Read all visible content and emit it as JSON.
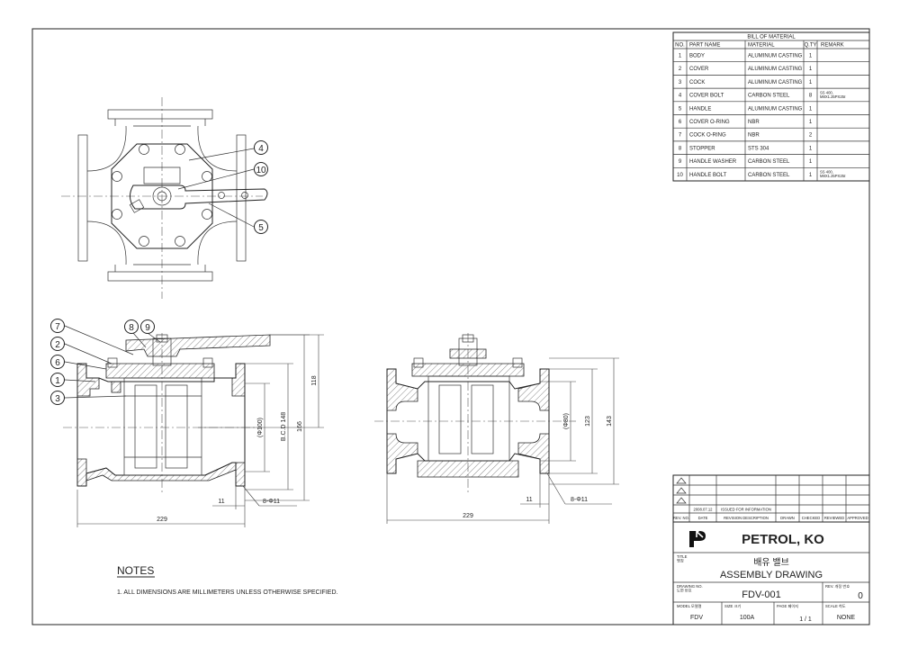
{
  "bom": {
    "title": "BILL OF MATERIAL",
    "headers": [
      "NO.",
      "PART NAME",
      "MATERIAL",
      "Q.TY",
      "REMARK"
    ],
    "rows": [
      [
        "1",
        "BODY",
        "ALUMINUM CASTING",
        "1",
        ""
      ],
      [
        "2",
        "COVER",
        "ALUMINUM CASTING",
        "1",
        ""
      ],
      [
        "3",
        "COCK",
        "ALUMINUM CASTING",
        "1",
        ""
      ],
      [
        "4",
        "COVER BOLT",
        "CARBON STEEL",
        "8",
        "SS 400, M8X1.25PX25ℓ"
      ],
      [
        "5",
        "HANDLE",
        "ALUMINUM CASTING",
        "1",
        ""
      ],
      [
        "6",
        "COVER O-RING",
        "NBR",
        "1",
        ""
      ],
      [
        "7",
        "COCK O-RING",
        "NBR",
        "2",
        ""
      ],
      [
        "8",
        "STOPPER",
        "STS 304",
        "1",
        ""
      ],
      [
        "9",
        "HANDLE WASHER",
        "CARBON STEEL",
        "1",
        ""
      ],
      [
        "10",
        "HANDLE BOLT",
        "CARBON STEEL",
        "1",
        "SS 400, M8X1.25PX25ℓ"
      ]
    ]
  },
  "callouts": {
    "top": [
      "4",
      "10",
      "5"
    ],
    "side": [
      "7",
      "8",
      "9",
      "2",
      "6",
      "1",
      "3"
    ]
  },
  "dims": {
    "left": {
      "d100": "(Φ100)",
      "bcd": "B.C.D 148",
      "h166": "166",
      "h118": "118",
      "w11": "11",
      "holes": "8-Φ11",
      "w229": "229"
    },
    "right": {
      "d80": "(Φ80)",
      "h123": "123",
      "h143": "143",
      "w11": "11",
      "holes": "8-Φ11",
      "w229": "229"
    }
  },
  "notes": {
    "title": "NOTES",
    "line1": "1. ALL DIMENSIONS ARE MILLIMETERS UNLESS OTHERWISE SPECIFIED."
  },
  "revision": {
    "row3_date": "2008.07.12",
    "row3_desc": "ISSUED FOR INFORMATION",
    "headers": [
      "REV. NO.",
      "DATE",
      "REVISION DESCRIPTION",
      "DRAWN",
      "CHECKED",
      "REVIEWED",
      "APPROVED"
    ]
  },
  "titleblock": {
    "company": "PETROL, KO",
    "title_label": "TITLE\n명칭",
    "title_kr": "배유 밸브",
    "title_en": "ASSEMBLY DRAWING",
    "drawing_no_label": "DRAWING NO.\n도면 번호",
    "drawing_no": "FDV-001",
    "rev_label": "REV. 개정 번호",
    "rev": "0",
    "model_label": "MODEL 모델명",
    "model": "FDV",
    "size_label": "SIZE 크기",
    "size": "100A",
    "page_label": "PAGE 페이지",
    "page": "1 / 1",
    "scale_label": "SCALE 척도",
    "scale": "NONE"
  },
  "colors": {
    "line": "#222222",
    "paper": "#ffffff"
  }
}
